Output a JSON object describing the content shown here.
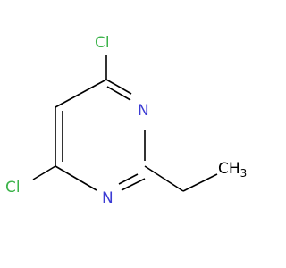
{
  "molecule": {
    "atoms": {
      "cl_top": {
        "label": "Cl",
        "color": "#3cb34a"
      },
      "cl_bottom": {
        "label": "Cl",
        "color": "#3cb34a"
      },
      "n_upper": {
        "label": "N",
        "color": "#3b3bd4"
      },
      "n_lower": {
        "label": "N",
        "color": "#3b3bd4"
      },
      "methyl": {
        "label": "CH",
        "subscript": "3",
        "color": "#000000"
      }
    },
    "bond_color": "#000000"
  }
}
